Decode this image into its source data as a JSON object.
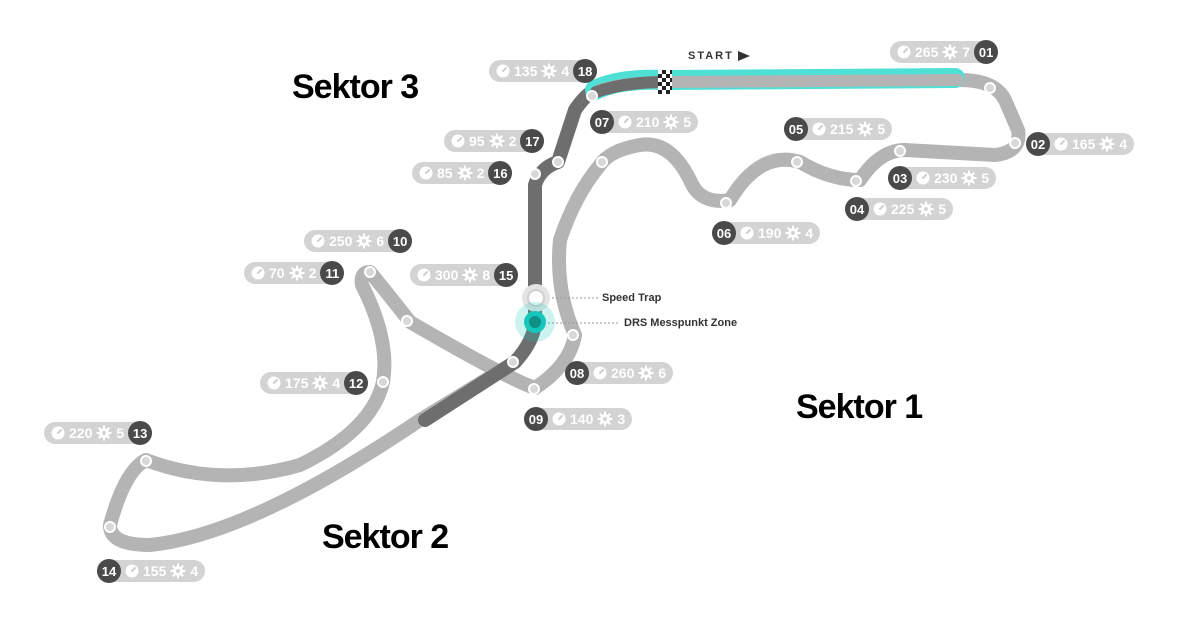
{
  "colors": {
    "track": "#b4b4b4",
    "track_dark": "#6e6e6e",
    "start_straight": "#4fe0d5",
    "pill_bg": "#d3d3d3",
    "badge": "#4a4a4a",
    "drs": "#17c7bb",
    "sector_label": "#9a9a9a",
    "sector3_label": "#5a5a5a"
  },
  "start_label": "START",
  "sectors": [
    {
      "label": "Sektor 1",
      "color": "#a8a8a8"
    },
    {
      "label": "Sektor 2",
      "color": "#a8a8a8"
    },
    {
      "label": "Sektor 3",
      "color": "#5a5a5a"
    }
  ],
  "callouts": {
    "speed_trap": "Speed Trap",
    "drs": "DRS Messpunkt Zone"
  },
  "corners": [
    {
      "number": "01",
      "speed": "265",
      "gear": "7",
      "speed_icon": "speedometer-icon",
      "gear_icon": "gear-icon"
    },
    {
      "number": "02",
      "speed": "165",
      "gear": "4",
      "speed_icon": "speedometer-icon",
      "gear_icon": "gear-icon"
    },
    {
      "number": "03",
      "speed": "230",
      "gear": "5",
      "speed_icon": "speedometer-icon",
      "gear_icon": "gear-icon"
    },
    {
      "number": "04",
      "speed": "225",
      "gear": "5",
      "speed_icon": "speedometer-icon",
      "gear_icon": "gear-icon"
    },
    {
      "number": "05",
      "speed": "215",
      "gear": "5",
      "speed_icon": "speedometer-icon",
      "gear_icon": "gear-icon"
    },
    {
      "number": "06",
      "speed": "190",
      "gear": "4",
      "speed_icon": "speedometer-icon",
      "gear_icon": "gear-icon"
    },
    {
      "number": "07",
      "speed": "210",
      "gear": "5",
      "speed_icon": "speedometer-icon",
      "gear_icon": "gear-icon"
    },
    {
      "number": "08",
      "speed": "260",
      "gear": "6",
      "speed_icon": "speedometer-icon",
      "gear_icon": "gear-icon"
    },
    {
      "number": "09",
      "speed": "140",
      "gear": "3",
      "speed_icon": "speedometer-icon",
      "gear_icon": "gear-icon"
    },
    {
      "number": "10",
      "speed": "250",
      "gear": "6",
      "speed_icon": "speedometer-icon",
      "gear_icon": "gear-icon"
    },
    {
      "number": "11",
      "speed": "70",
      "gear": "2",
      "speed_icon": "speedometer-icon",
      "gear_icon": "gear-icon"
    },
    {
      "number": "12",
      "speed": "175",
      "gear": "4",
      "speed_icon": "speedometer-icon",
      "gear_icon": "gear-icon"
    },
    {
      "number": "13",
      "speed": "220",
      "gear": "5",
      "speed_icon": "speedometer-icon",
      "gear_icon": "gear-icon"
    },
    {
      "number": "14",
      "speed": "155",
      "gear": "4",
      "speed_icon": "speedometer-icon",
      "gear_icon": "gear-icon"
    },
    {
      "number": "15",
      "speed": "300",
      "gear": "8",
      "speed_icon": "speedometer-icon",
      "gear_icon": "gear-icon"
    },
    {
      "number": "16",
      "speed": "85",
      "gear": "2",
      "speed_icon": "speedometer-icon",
      "gear_icon": "gear-icon"
    },
    {
      "number": "17",
      "speed": "95",
      "gear": "2",
      "speed_icon": "speedometer-icon",
      "gear_icon": "gear-icon"
    },
    {
      "number": "18",
      "speed": "135",
      "gear": "4",
      "speed_icon": "speedometer-icon",
      "gear_icon": "gear-icon"
    }
  ]
}
